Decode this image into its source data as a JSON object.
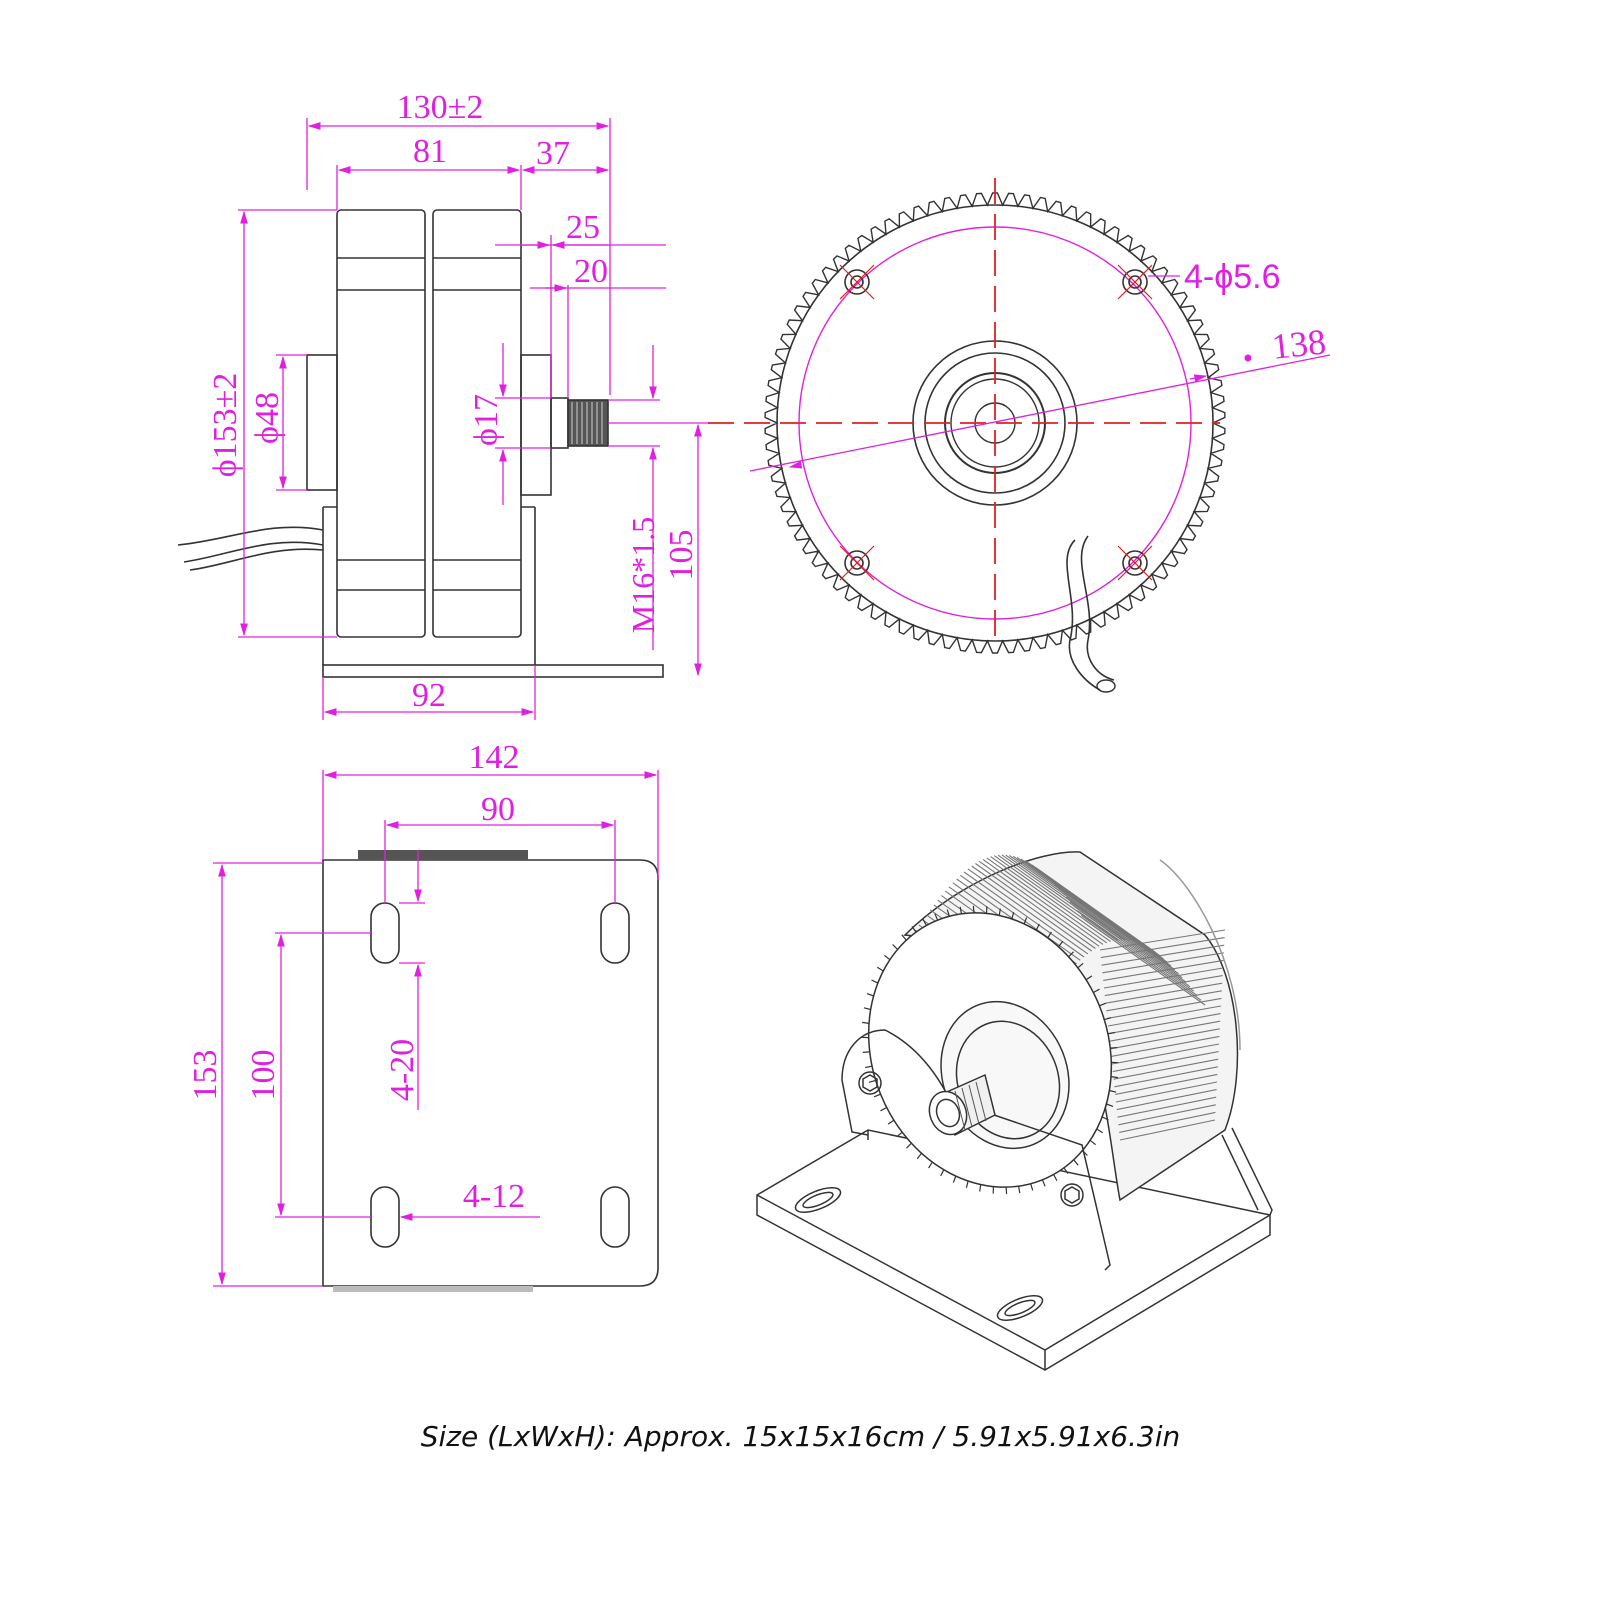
{
  "colors": {
    "dimension": "#e020e0",
    "centerline": "#e02020",
    "outline": "#333333"
  },
  "side_view": {
    "overall_length": "130±2",
    "body_length": "81",
    "shaft_length": "37",
    "shaft_step_25": "25",
    "shaft_step_20": "20",
    "body_diameter": "ϕ153±2",
    "hub_diameter": "ϕ48",
    "shaft_diameter": "ϕ17",
    "thread": "M16*1.5",
    "center_height": "105",
    "base_width": "92"
  },
  "front_view": {
    "mount_holes": "4-ϕ5.6",
    "bolt_circle": "138"
  },
  "base_view": {
    "base_length": "142",
    "hole_spacing_x": "90",
    "base_depth": "153",
    "hole_spacing_y": "100",
    "slot_length": "4-20",
    "slot_width": "4-12"
  },
  "iso_view": {
    "icon": "generator-isometric-illustration"
  },
  "caption": "Size (LxWxH): Approx. 15x15x16cm / 5.91x5.91x6.3in"
}
